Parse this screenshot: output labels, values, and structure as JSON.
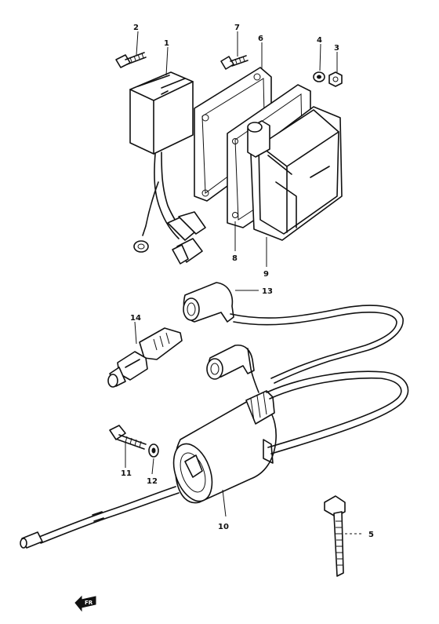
{
  "callouts": {
    "c1": "1",
    "c2": "2",
    "c3": "3",
    "c4": "4",
    "c5": "5",
    "c6": "6",
    "c7": "7",
    "c8": "8",
    "c9": "9",
    "c10": "10",
    "c11": "11",
    "c12": "12",
    "c13": "13",
    "c14": "14"
  },
  "fr_arrow_label": "FR"
}
